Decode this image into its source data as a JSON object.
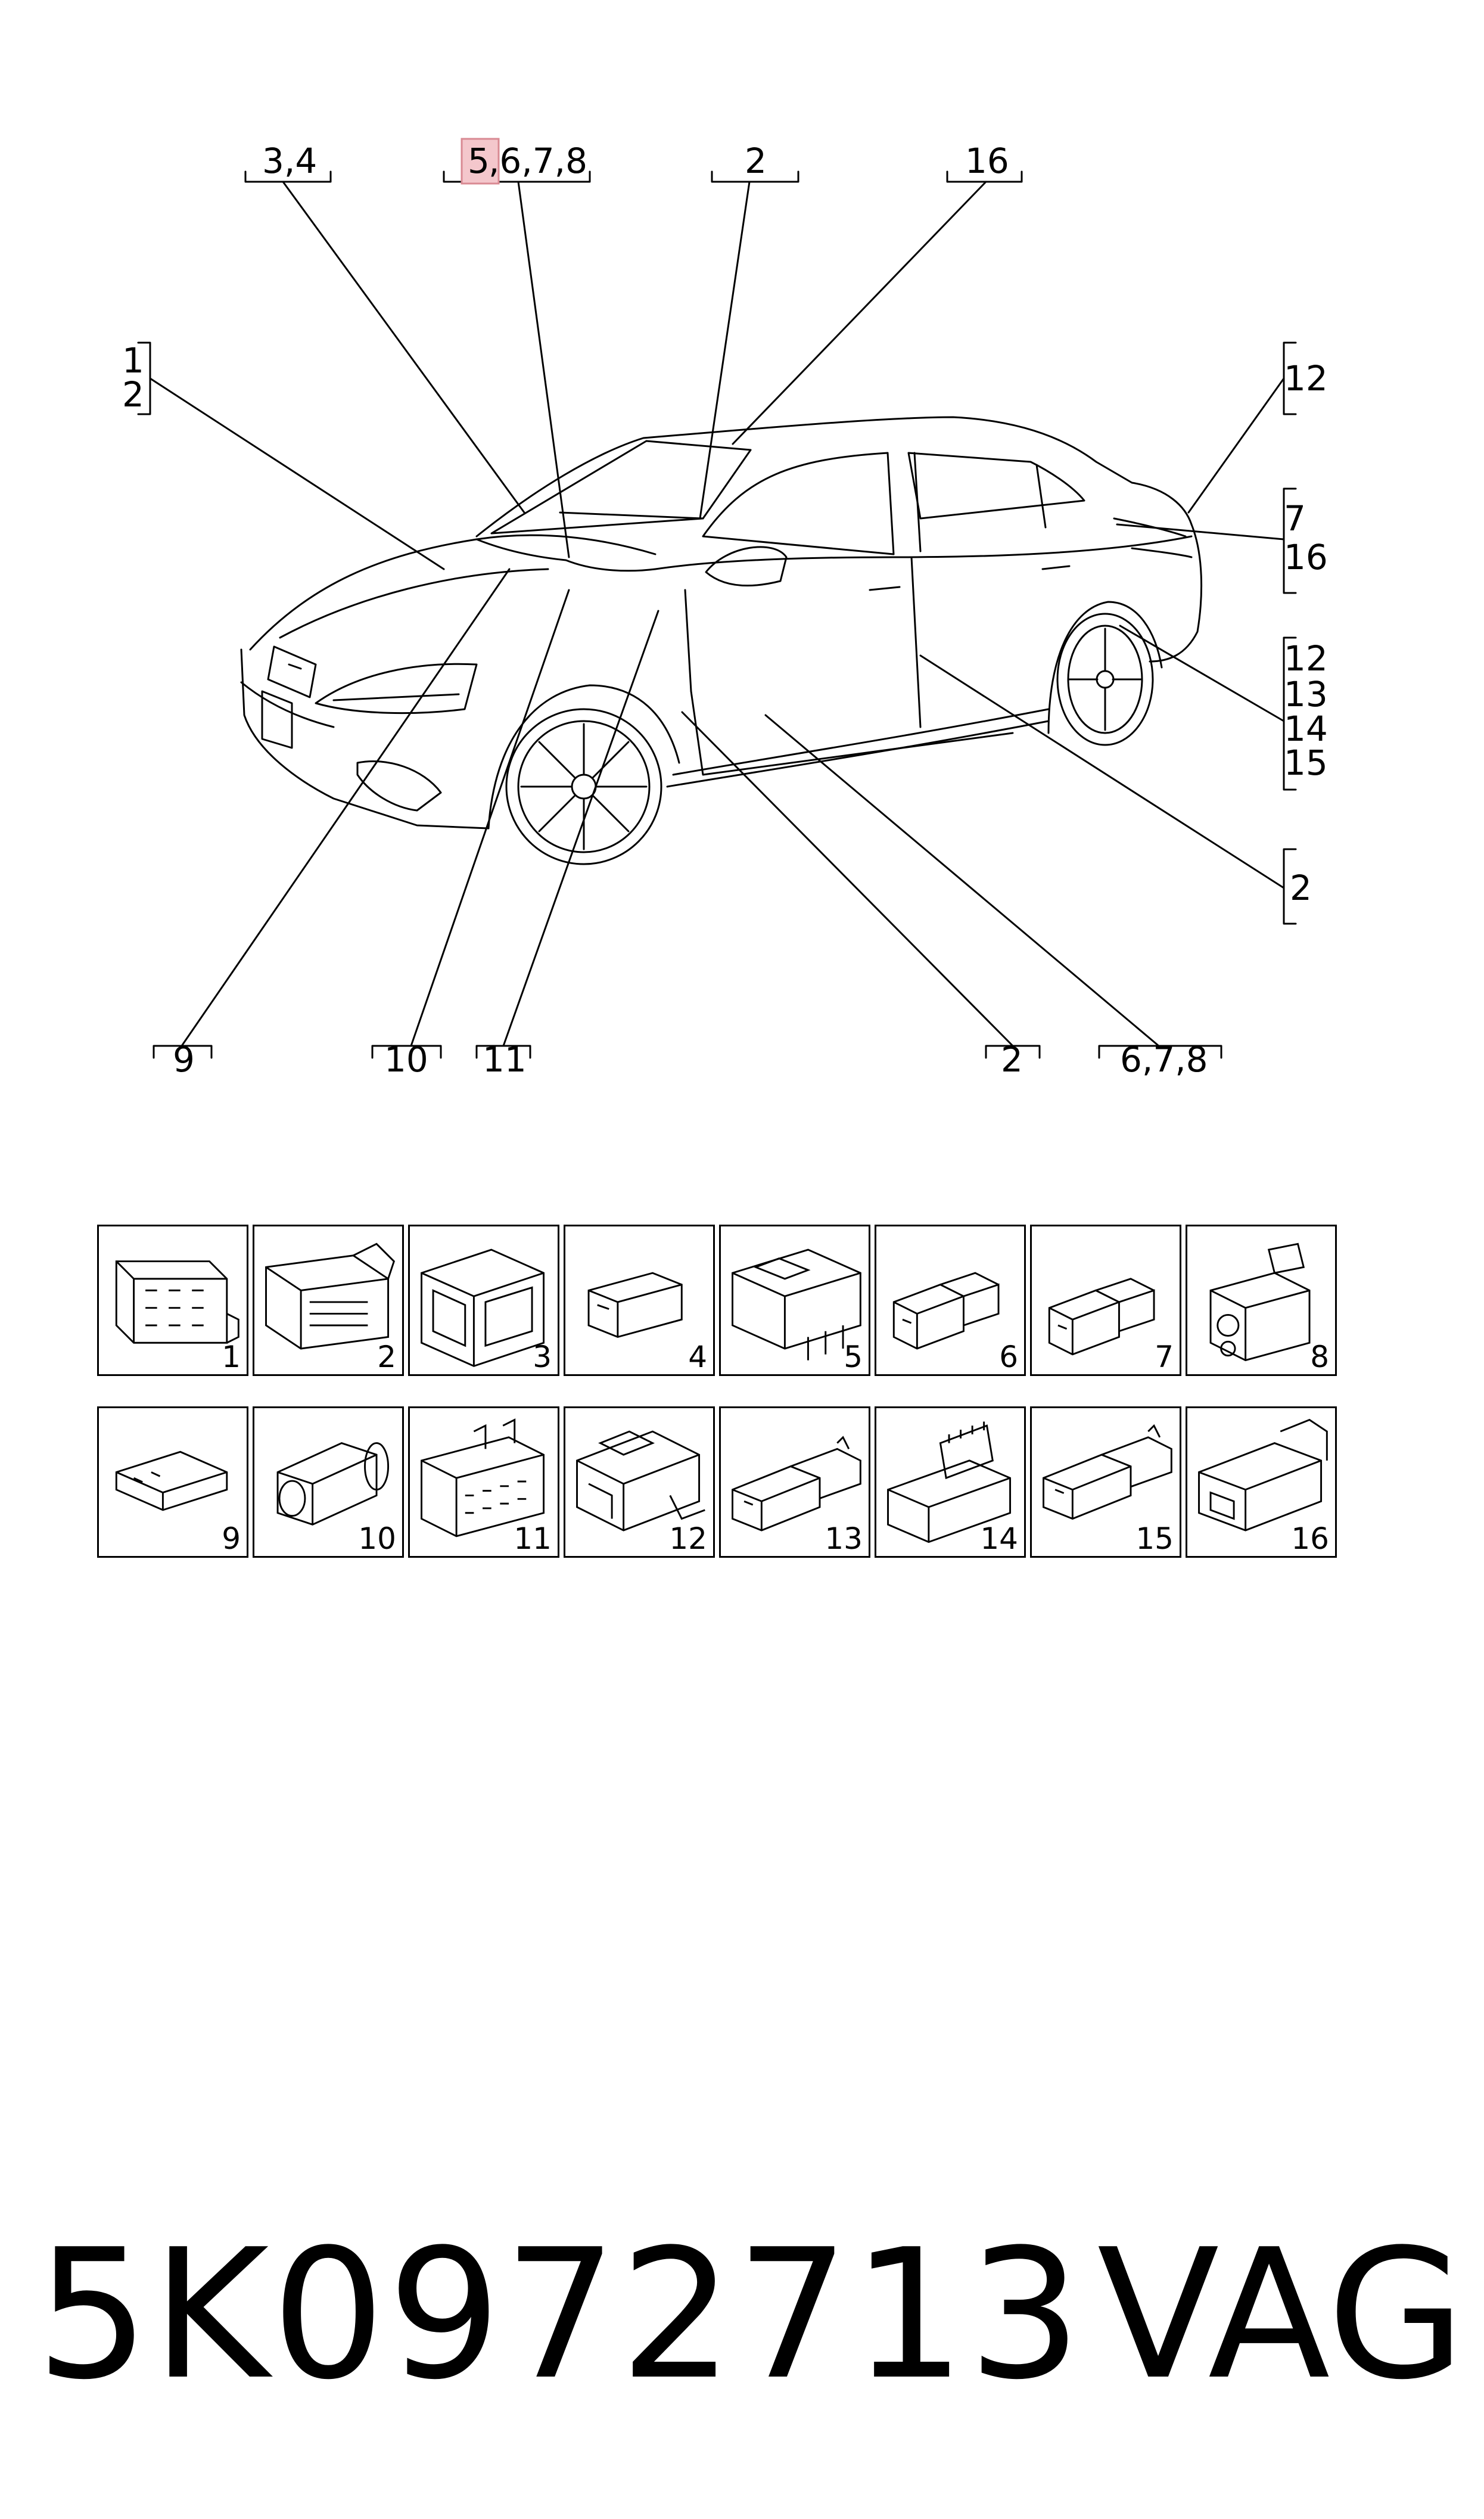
{
  "callouts": {
    "top_1": "3,4",
    "top_2_highlight": "5",
    "top_2_rest": ",6,7,8",
    "top_3": "2",
    "top_4": "16",
    "left_1": "1",
    "left_2": "2",
    "right_a1": "12",
    "right_b1": "7",
    "right_b2": "16",
    "right_c1": "12",
    "right_c2": "13",
    "right_c3": "14",
    "right_c4": "15",
    "right_d1": "2",
    "bottom_1": "9",
    "bottom_2": "10",
    "bottom_3": "11",
    "bottom_4": "2",
    "bottom_5": "6,7,8"
  },
  "highlight_color": "#f4c7cc",
  "highlight_border": "#d98a93",
  "parts_row_1": [
    {
      "num": "1",
      "icon": "connector-multi-pin-icon"
    },
    {
      "num": "2",
      "icon": "connector-large-harness-icon"
    },
    {
      "num": "3",
      "icon": "connector-housing-icon"
    },
    {
      "num": "4",
      "icon": "connector-small-block-icon"
    },
    {
      "num": "5",
      "icon": "connector-latch-icon"
    },
    {
      "num": "6",
      "icon": "connector-two-pin-icon"
    },
    {
      "num": "7",
      "icon": "connector-two-pin-icon"
    },
    {
      "num": "8",
      "icon": "connector-round-icon"
    }
  ],
  "parts_row_2": [
    {
      "num": "9",
      "icon": "connector-flat-icon"
    },
    {
      "num": "10",
      "icon": "connector-coax-icon"
    },
    {
      "num": "11",
      "icon": "connector-socket-icon"
    },
    {
      "num": "12",
      "icon": "connector-complex-icon"
    },
    {
      "num": "13",
      "icon": "connector-inline-icon"
    },
    {
      "num": "14",
      "icon": "connector-angled-icon"
    },
    {
      "num": "15",
      "icon": "connector-inline-icon"
    },
    {
      "num": "16",
      "icon": "connector-clip-icon"
    }
  ],
  "footer": {
    "part_number": "5K0972713",
    "brand": "VAG"
  }
}
